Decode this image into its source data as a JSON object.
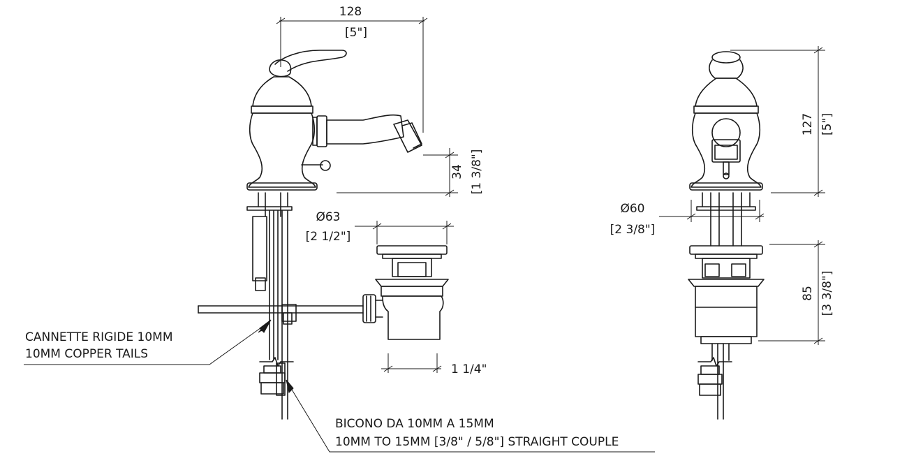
{
  "dimensions": {
    "spout_reach_mm": "128",
    "spout_reach_in": "[5\"]",
    "spout_height_mm": "34",
    "spout_height_in": "[1 3/8\"]",
    "base_diameter_mm": "Ø63",
    "base_diameter_in": "[2 1/2\"]",
    "waste_thread": "1 1/4\"",
    "total_height_mm": "127",
    "total_height_in": "[5\"]",
    "front_diameter_mm": "Ø60",
    "front_diameter_in": "[2 3/8\"]",
    "waste_height_mm": "85",
    "waste_height_in": "[3 3/8\"]"
  },
  "labels": {
    "tails_it": "CANNETTE RIGIDE 10MM",
    "tails_en": "10MM COPPER TAILS",
    "couple_it": "BICONO DA 10MM A 15MM",
    "couple_en": "10MM TO 15MM [3/8\" / 5/8\"] STRAIGHT COUPLE"
  }
}
